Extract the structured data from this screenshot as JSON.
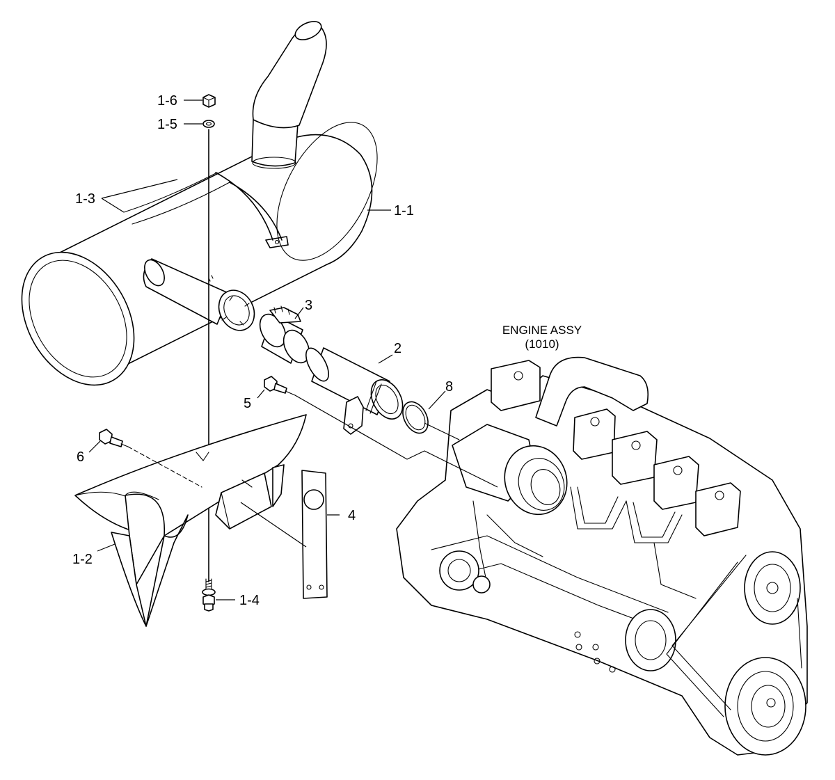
{
  "engine_assy": {
    "title": "ENGINE ASSY",
    "code": "(1010)"
  },
  "callouts": [
    {
      "id": "1-1",
      "label": "1-1"
    },
    {
      "id": "1-2",
      "label": "1-2"
    },
    {
      "id": "1-3",
      "label": "1-3"
    },
    {
      "id": "1-4",
      "label": "1-4"
    },
    {
      "id": "1-5",
      "label": "1-5"
    },
    {
      "id": "1-6",
      "label": "1-6"
    },
    {
      "id": "2",
      "label": "2"
    },
    {
      "id": "3",
      "label": "3"
    },
    {
      "id": "4",
      "label": "4"
    },
    {
      "id": "5",
      "label": "5"
    },
    {
      "id": "6",
      "label": "6"
    },
    {
      "id": "8",
      "label": "8"
    }
  ],
  "colors": {
    "line": "#000000",
    "background": "#ffffff"
  }
}
